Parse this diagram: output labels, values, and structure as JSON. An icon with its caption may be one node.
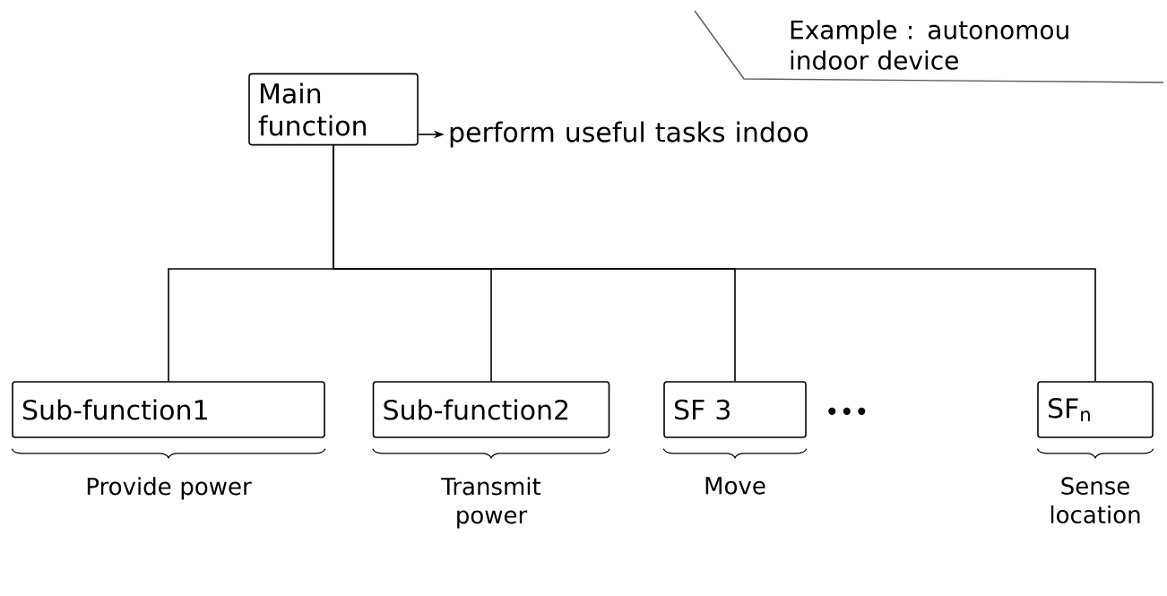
{
  "diagram": {
    "nodes": [
      {
        "text": [
          "Main function"
        ]
      },
      {
        "text": [
          "perform useful tasks indoo"
        ]
      },
      {
        "text": [
          "Sub-function1"
        ],
        "beside": [
          "Provide power"
        ]
      },
      {
        "text": [
          "Sub-function2"
        ],
        "beside": [
          "Transmit power"
        ]
      },
      {
        "text": [
          "SF 3"
        ],
        "beside": [
          "Move"
        ]
      },
      {
        "text": [
          "SF$_{n}$"
        ],
        "beside": [
          "Sense location"
        ]
      }
    ],
    "edges": [
      {
        "from": 0,
        "to": 1,
        "arrow": "to"
      },
      {
        "from": 0,
        "to": 2,
        "arrow": "none"
      },
      {
        "from": 0,
        "to": 3,
        "arrow": "none"
      },
      {
        "from": 0,
        "to": 4,
        "arrow": "none"
      },
      {
        "from": 0,
        "to": 5,
        "arrow": "none"
      }
    ],
    "labels": [
      "Example : autonomou indoor device",
      "•••"
    ]
  }
}
